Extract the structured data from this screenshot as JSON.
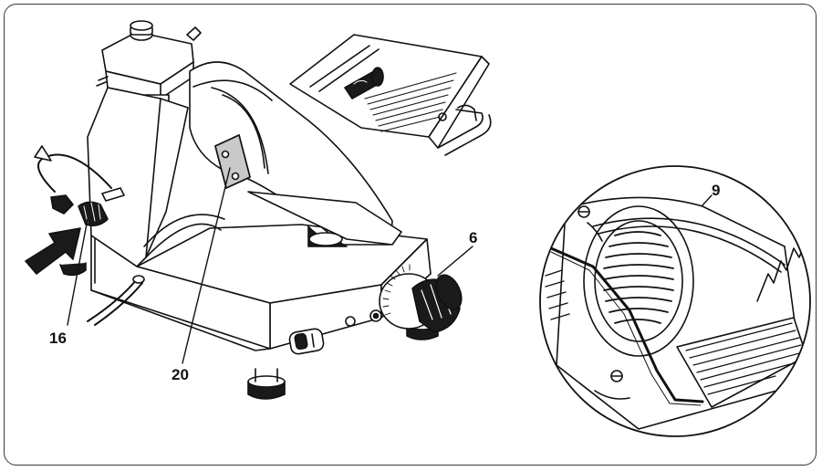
{
  "callouts": {
    "label_16": "16",
    "label_20": "20",
    "label_6": "6",
    "label_9": "9"
  },
  "colors": {
    "line": "#111111",
    "background": "#ffffff",
    "frame": "#3a3a3a",
    "fill_dark": "#1a1a1a",
    "fill_light": "#e6e6e6"
  }
}
